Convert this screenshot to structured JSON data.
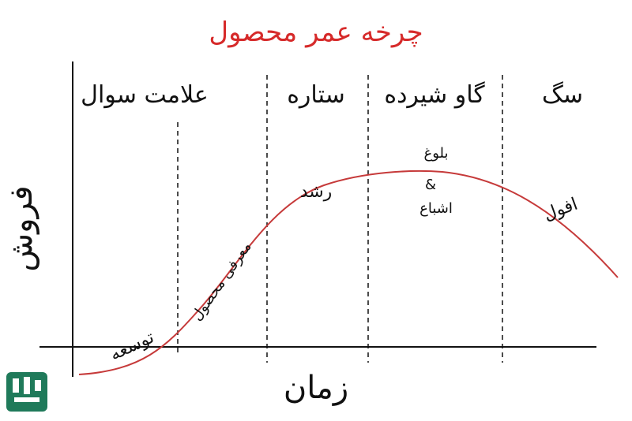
{
  "title": "چرخه عمر محصول",
  "axes": {
    "y_label": "فروش",
    "x_label": "زمان"
  },
  "top_categories": [
    "علامت سوال",
    "ستاره",
    "گاو شیرده",
    "سگ"
  ],
  "curve_labels": {
    "development": "توسعه",
    "introduction": "معرفی محصول",
    "growth": "رشد",
    "maturity_line1": "بلوغ",
    "maturity_amp": "&",
    "maturity_line2": "اشباع",
    "decline": "افول"
  },
  "colors": {
    "title": "#d62a2a",
    "curve": "#c63a3a",
    "logo": "#1f7a5a",
    "ink": "#111111"
  },
  "logo_icon": "logo-icon"
}
